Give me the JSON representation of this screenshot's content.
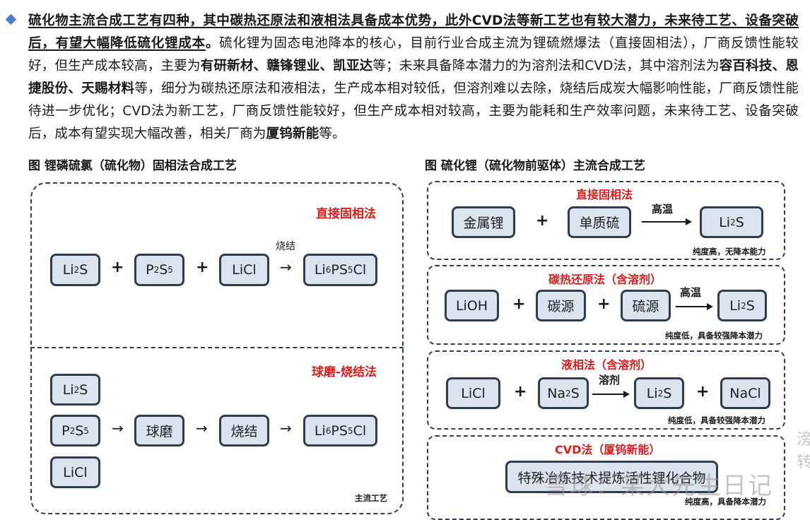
{
  "paragraph": {
    "bullet_icon": "diamond-bullet",
    "underlined_bold": "硫化物主流合成工艺有四种，其中碳热还原法和液相法具备成本优势，此外CVD法等新工艺也有较大潜力，未来待工艺、设备突破后，有望大幅降低硫化锂成本",
    "period1": "。",
    "text1": "硫化锂为固态电池降本的核心，目前行业合成主流为锂硫燃爆法（直接固相法），厂商反馈性能较好，但生产成本较高，主要为",
    "bold1": "有研新材、赣锋锂业、凯亚达",
    "text2": "等；未来具备降本潜力的为溶剂法和CVD法，其中溶剂法为",
    "bold2": "容百科技、恩捷股份、天赐材料",
    "text3": "等，细分为碳热还原法和液相法，生产成本相对较低，但溶剂难以去除，烧结后成炭大幅影响性能，厂商反馈性能待进一步优化；CVD法为新工艺，厂商反馈性能较好，但生产成本相对较高，主要为能耗和生产效率问题，未来待工艺、设备突破后，成本有望实现大幅改善，相关厂商为",
    "bold3": "厦钨新能",
    "text4": "等。"
  },
  "left_figure": {
    "title": "图 锂磷硫氯（硫化物）固相法合成工艺",
    "section1": {
      "label": "直接固相法",
      "reactants": [
        {
          "base": "Li",
          "sub": "2",
          "rest": "S"
        },
        {
          "base": "P",
          "sub": "2",
          "rest": "S",
          "sub2": "5"
        },
        {
          "base": "LiCl"
        }
      ],
      "plus": "+",
      "arrow_label": "烧结",
      "arrow": "→",
      "product": {
        "p1": "Li",
        "s1": "6",
        "p2": "PS",
        "s2": "5",
        "p3": "Cl"
      }
    },
    "section2": {
      "label": "球磨-烧结法",
      "inputs": [
        {
          "base": "Li",
          "sub": "2",
          "rest": "S"
        },
        {
          "base": "P",
          "sub": "2",
          "rest": "S",
          "sub2": "5"
        },
        {
          "base": "LiCl"
        }
      ],
      "steps": [
        "球磨",
        "烧结"
      ],
      "arrow": "→",
      "product": {
        "p1": "Li",
        "s1": "6",
        "p2": "PS",
        "s2": "5",
        "p3": "Cl"
      },
      "note": "主流工艺"
    }
  },
  "right_figure": {
    "title": "图 硫化锂（硫化物前驱体）主流合成工艺",
    "panels": [
      {
        "label": "直接固相法",
        "inputs": [
          "金属锂",
          "单质硫"
        ],
        "plus": "+",
        "condition": "高温",
        "product": {
          "base": "Li",
          "sub": "2",
          "rest": "S"
        },
        "note": "纯度高，无降本能力"
      },
      {
        "label": "碳热还原法（含溶剂）",
        "inputs": [
          "LiOH",
          "碳源",
          "硫源"
        ],
        "plus": "+",
        "condition": "高温",
        "product": {
          "base": "Li",
          "sub": "2",
          "rest": "S"
        },
        "note": "纯度低，具备较强降本潜力"
      },
      {
        "label": "液相法（含溶剂）",
        "inputs": [
          "LiCl",
          {
            "base": "Na",
            "sub": "2",
            "rest": "S"
          }
        ],
        "plus": "+",
        "condition": "溶剂",
        "products": [
          {
            "base": "Li",
            "sub": "2",
            "rest": "S"
          },
          "NaCl"
        ],
        "note": "纯度低，具备较强降本潜力"
      },
      {
        "label": "CVD法（厦钨新能）",
        "process": "特殊冶炼技术提炼活性锂化合物",
        "note": "纯度高，具备降本潜力"
      }
    ]
  },
  "watermark": "雪球：某大先生日记",
  "edge_text": [
    "滂",
    "转"
  ]
}
